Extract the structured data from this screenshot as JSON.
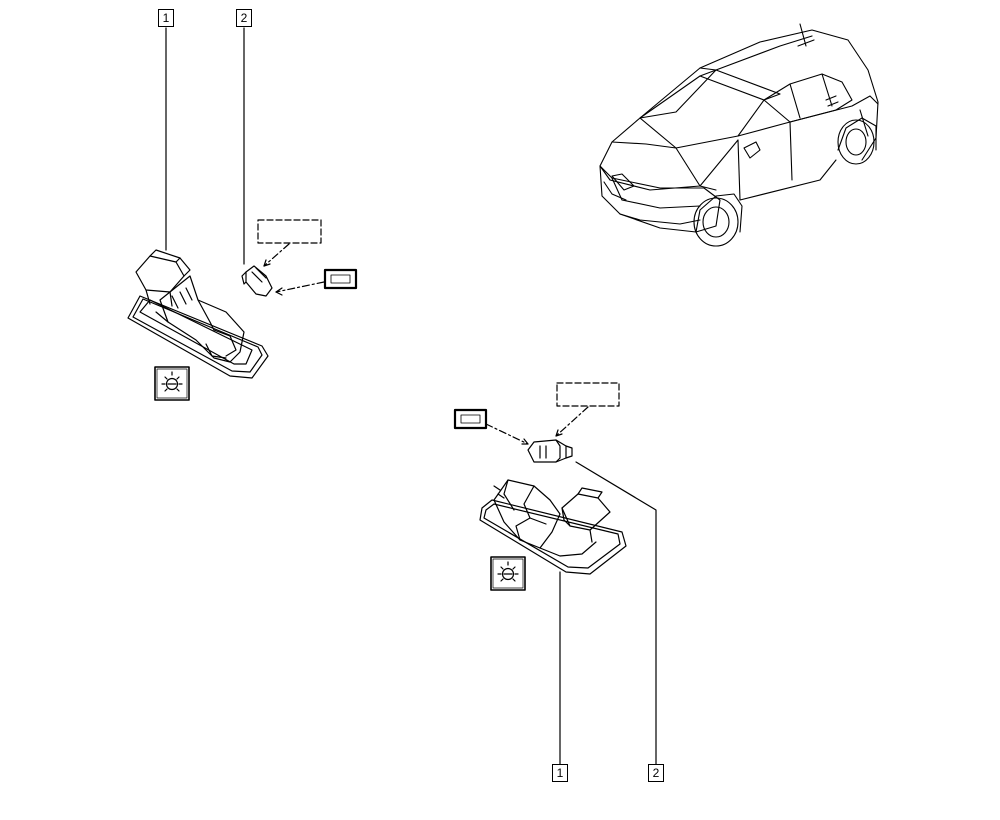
{
  "callouts": {
    "left_part": "1",
    "left_bulb": "2",
    "right_part": "1",
    "right_bulb": "2"
  },
  "icons": {
    "light_symbol": "light-bulb-icon",
    "vehicle": "car-front-view-icon"
  },
  "colors": {
    "line": "#000000",
    "background": "#ffffff"
  }
}
